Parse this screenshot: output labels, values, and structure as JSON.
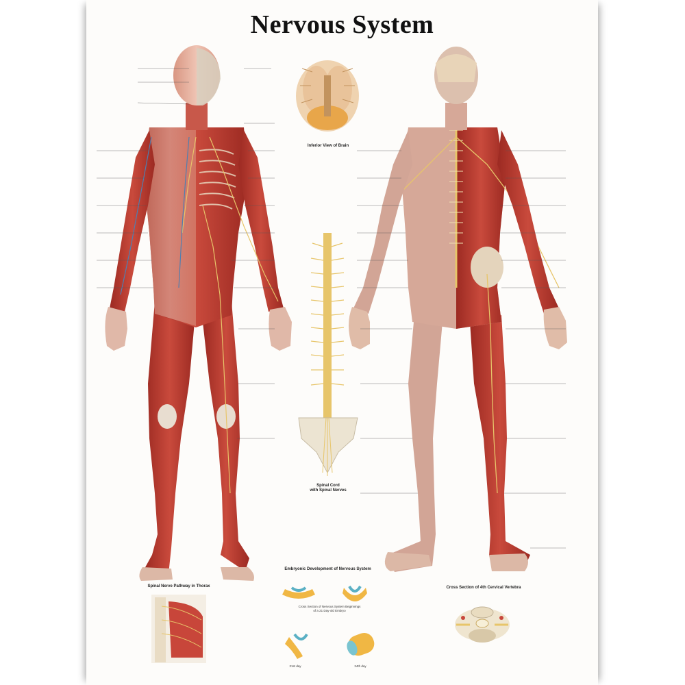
{
  "title": "Nervous System",
  "captions": {
    "brain": "Inferior View of Brain",
    "spinal_line1": "Spinal Cord",
    "spinal_line2": "with Spinal Nerves",
    "thorax": "Spinal Nerve Pathway in Thorax",
    "embryo": "Embryonic Development of Nervous System",
    "cervical": "Cross Section of 4th Cervical Vertebra"
  },
  "embryo_notes": {
    "section_line1": "Cross Section of Nervous System Beginnings",
    "section_line2": "of a 21 Day-old Embryo",
    "day1": "21st day",
    "day2": "24th day"
  },
  "colors": {
    "muscle": "#b8372c",
    "muscle_dark": "#8e2420",
    "skin": "#e6b8a6",
    "nerve": "#e7c56a",
    "bone": "#eee6d2",
    "vessel": "#4f7fb0"
  }
}
